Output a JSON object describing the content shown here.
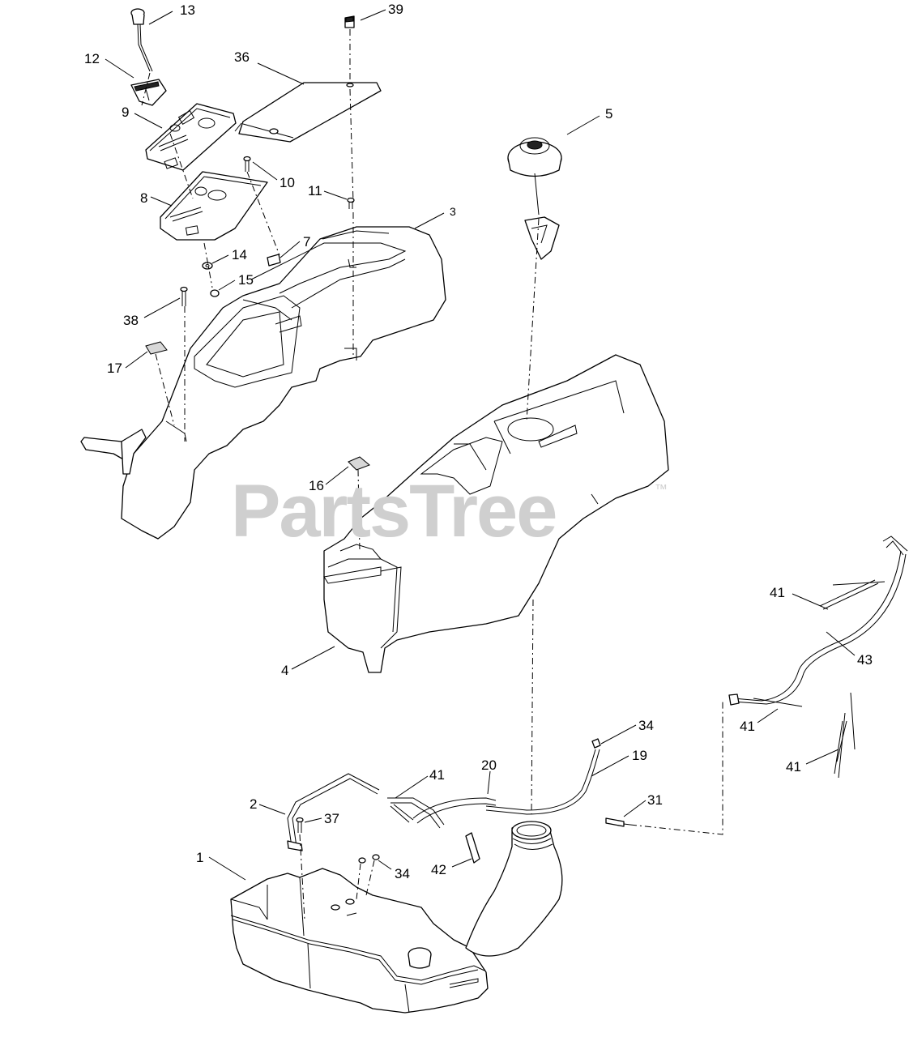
{
  "watermark": {
    "brand": "PartsTree",
    "trademark": "™"
  },
  "callouts": {
    "c13": "13",
    "c39": "39",
    "c12": "12",
    "c36": "36",
    "c9": "9",
    "c5": "5",
    "c10": "10",
    "c8": "8",
    "c11": "11",
    "c3": "3",
    "c7": "7",
    "c14": "14",
    "c15": "15",
    "c38": "38",
    "c17": "17",
    "c16": "16",
    "c4": "4",
    "c41a": "41",
    "c43": "43",
    "c41b": "41",
    "c34a": "34",
    "c19": "19",
    "c20": "20",
    "c41c": "41",
    "c41d": "41",
    "c31": "31",
    "c2": "2",
    "c37": "37",
    "c1": "1",
    "c34b": "34",
    "c42": "42"
  }
}
